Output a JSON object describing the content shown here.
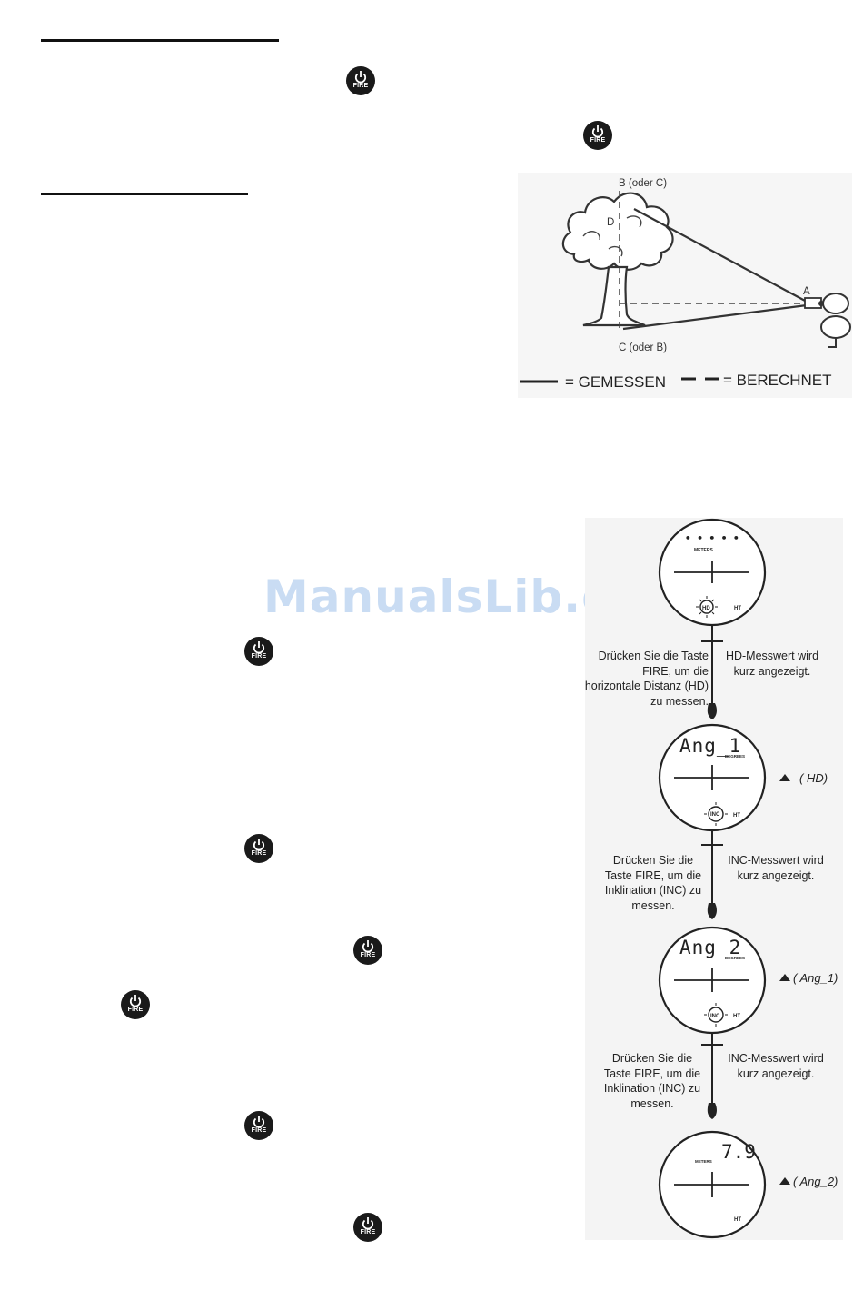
{
  "fire_button": {
    "icon": "power-icon",
    "label": "FIRE"
  },
  "diagram": {
    "label_b": "B (oder C)",
    "label_c": "C (oder B)",
    "label_d": "D",
    "label_a": "A",
    "legend_measured": "= GEMESSEN",
    "legend_calculated": "= BERECHNET"
  },
  "watermark": "ManualsLib.de",
  "flow": {
    "step1_left": "Drücken Sie die Taste FIRE, um die horizontale Distanz (HD) zu messen.",
    "step1_right": "HD-Messwert wird kurz angezeigt.",
    "step2_left": "Drücken Sie die Taste FIRE, um die Inklination (INC) zu messen.",
    "step2_right": "INC-Messwert wird kurz angezeigt.",
    "step3_left": "Drücken Sie die Taste FIRE, um die Inklination (INC) zu messen.",
    "step3_right": "INC-Messwert wird kurz angezeigt.",
    "display1": {
      "top": "• • • • •",
      "unit": "METERS",
      "mode": "HD",
      "corner": "HT"
    },
    "display2": {
      "text": "Ang_1",
      "unit": "DEGREES",
      "mode": "INC",
      "corner": "HT",
      "arrow_label": "( HD)"
    },
    "display3": {
      "text": "Ang_2",
      "unit": "DEGREES",
      "mode": "INC",
      "corner": "HT",
      "arrow_label": "( Ang_1)"
    },
    "display4": {
      "text": "7.9",
      "unit": "METERS",
      "corner": "HT",
      "arrow_label": "( Ang_2)"
    }
  }
}
